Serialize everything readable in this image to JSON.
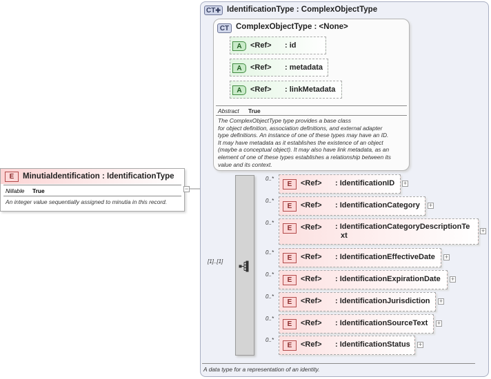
{
  "outer_type": {
    "badge": "CT",
    "badge_suffix": "✚",
    "title": "IdentificationType : ComplexObjectType",
    "doc": "A data type for a representation of an identity."
  },
  "inner_type": {
    "badge": "CT",
    "title": "ComplexObjectType : <None>",
    "attributes": [
      {
        "badge": "A",
        "ref": "<Ref>",
        "name": ": id"
      },
      {
        "badge": "A",
        "ref": "<Ref>",
        "name": ": metadata"
      },
      {
        "badge": "A",
        "ref": "<Ref>",
        "name": ": linkMetadata"
      }
    ],
    "abstract_label": "Abstract",
    "abstract_value": "True",
    "doc_lines": [
      "The ComplexObjectType type provides a base class",
      "for object definition, association definitions, and external adapter",
      "type definitions. An instance of one of these types may have an ID.",
      "It may have metadata as it establishes the existence of an object",
      "(maybe a conceptual object). It may also have link metadata, as an",
      "element of one of these types establishes a relationship between its",
      "value and its context."
    ]
  },
  "main_element": {
    "badge": "E",
    "title": "MinutiaIdentification : IdentificationType",
    "nillable_label": "Nillable",
    "nillable_value": "True",
    "doc": "An integer value sequentially assigned to minutia in this record.",
    "collapse": "−"
  },
  "sequence": {
    "cardinality": "[1]..[1]"
  },
  "elements": [
    {
      "badge": "E",
      "ref": "<Ref>",
      "name": ": IdentificationID",
      "card": "0..*",
      "plus": "+"
    },
    {
      "badge": "E",
      "ref": "<Ref>",
      "name": ": IdentificationCategory",
      "card": "0..*",
      "plus": "+"
    },
    {
      "badge": "E",
      "ref": "<Ref>",
      "name_line1": ": IdentificationCategoryDescriptionTe",
      "name_line2": "xt",
      "card": "0..*",
      "plus": "+"
    },
    {
      "badge": "E",
      "ref": "<Ref>",
      "name": ": IdentificationEffectiveDate",
      "card": "0..*",
      "plus": "+"
    },
    {
      "badge": "E",
      "ref": "<Ref>",
      "name": ": IdentificationExpirationDate",
      "card": "0..*",
      "plus": "+"
    },
    {
      "badge": "E",
      "ref": "<Ref>",
      "name": ": IdentificationJurisdiction",
      "card": "0..*",
      "plus": "+"
    },
    {
      "badge": "E",
      "ref": "<Ref>",
      "name": ": IdentificationSourceText",
      "card": "0..*",
      "plus": "+"
    },
    {
      "badge": "E",
      "ref": "<Ref>",
      "name": ": IdentificationStatus",
      "card": "0..*",
      "plus": "+"
    }
  ],
  "colors": {
    "element_fill": "#fcd8d8",
    "attribute_fill": "#c9ebc9",
    "complex_type_fill": "#d0d6ea",
    "panel_fill": "#eef0f7"
  }
}
